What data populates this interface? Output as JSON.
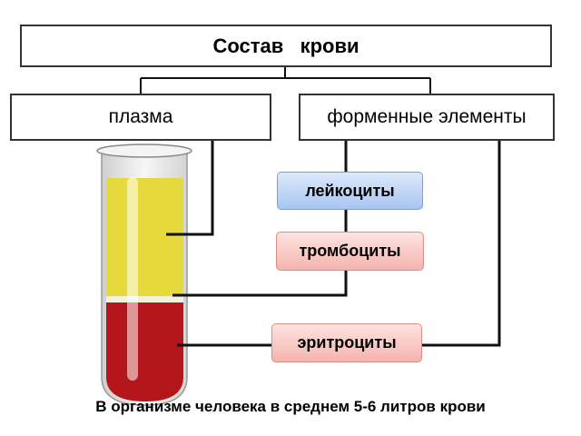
{
  "title": "Состав   крови",
  "plasma": "плазма",
  "formed_elements": "форменные элементы",
  "cells": {
    "leukocytes": "лейкоциты",
    "platelets": "тромбоциты",
    "erythrocytes": "эритроциты"
  },
  "footer": "В организме человека в среднем 5-6 литров крови",
  "colors": {
    "plasma_yellow": "#e6d93b",
    "blood_red": "#b3161b",
    "leukocyte_blue": "#a9c6f2",
    "cell_pink": "#f6b3ad"
  }
}
